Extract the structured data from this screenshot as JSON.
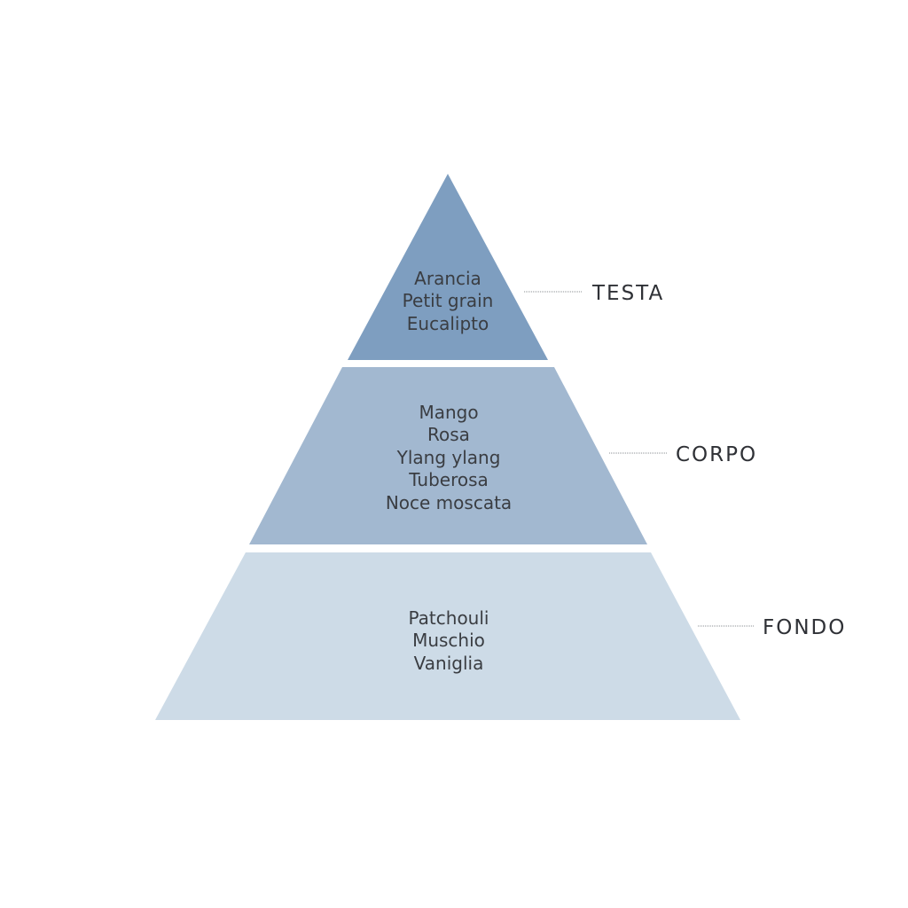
{
  "colors": {
    "background": "#ffffff",
    "top": "#7e9ec0",
    "middle": "#a2b8d0",
    "bottom": "#cddbe7",
    "text": "#3a3d42",
    "leader": "#8a8d92"
  },
  "tiers": [
    {
      "id": "top",
      "label": "TESTA",
      "notes": [
        "Arancia",
        "Petit grain",
        "Eucalipto"
      ]
    },
    {
      "id": "middle",
      "label": "CORPO",
      "notes": [
        "Mango",
        "Rosa",
        "Ylang ylang",
        "Tuberosa",
        "Noce moscata"
      ]
    },
    {
      "id": "bottom",
      "label": "FONDO",
      "notes": [
        "Patchouli",
        "Muschio",
        "Vaniglia"
      ]
    }
  ]
}
